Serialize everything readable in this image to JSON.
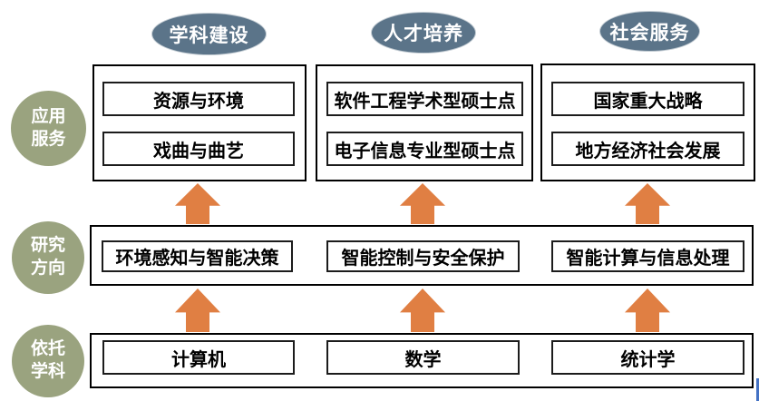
{
  "diagram": {
    "top_ovals": [
      {
        "label": "学科建设"
      },
      {
        "label": "人才培养"
      },
      {
        "label": "社会服务"
      }
    ],
    "side_circles": [
      {
        "label": "应用\n服务"
      },
      {
        "label": "研究\n方向"
      },
      {
        "label": "依托\n学科"
      }
    ],
    "row_application": {
      "groups": [
        {
          "items": [
            "资源与环境",
            "戏曲与曲艺"
          ]
        },
        {
          "items": [
            "软件工程学术型硕士点",
            "电子信息专业型硕士点"
          ]
        },
        {
          "items": [
            "国家重大战略",
            "地方经济社会发展"
          ]
        }
      ]
    },
    "row_research": {
      "items": [
        "环境感知与智能决策",
        "智能控制与安全保护",
        "智能计算与信息处理"
      ]
    },
    "row_disciplines": {
      "items": [
        "计算机",
        "数学",
        "统计学"
      ]
    }
  },
  "colors": {
    "oval_fill": "#5b7489",
    "circle_fill": "#9aa37f",
    "arrow_fill": "#e07f43",
    "box_border": "#000000",
    "text_dark": "#000000",
    "text_light": "#ffffff",
    "caret": "#4472c4"
  }
}
